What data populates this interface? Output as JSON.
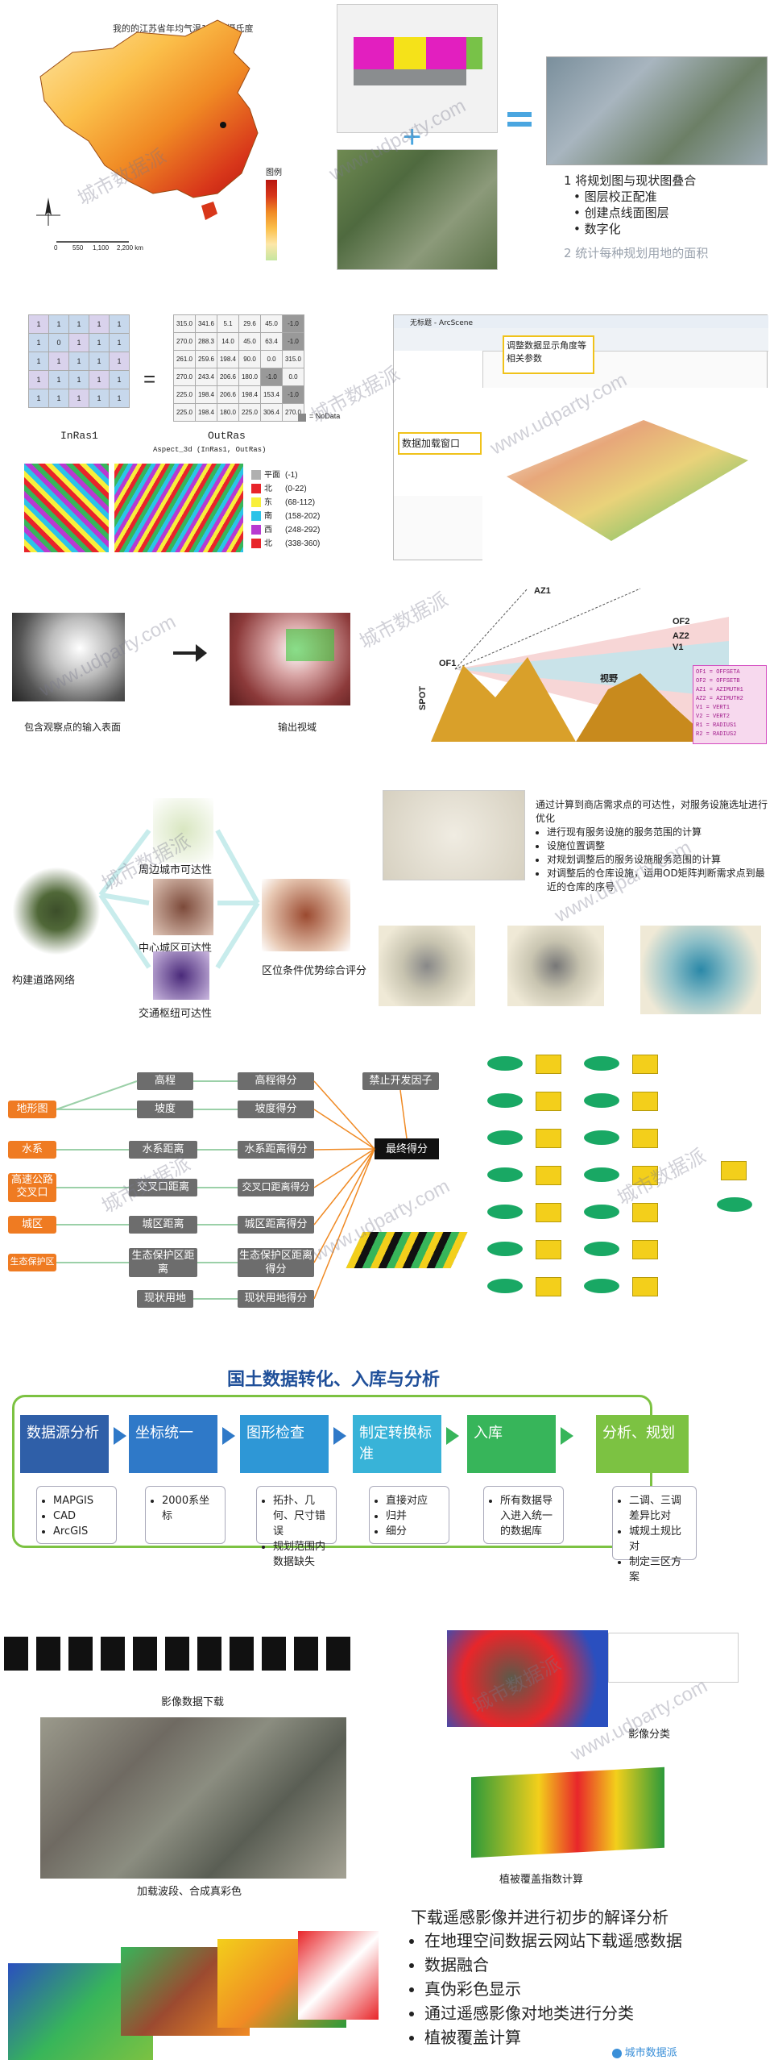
{
  "section1": {
    "map_title": "我的的江苏省年均气温14.90摄氏度",
    "scale_labels": [
      "0",
      "550",
      "1,100",
      "2,200 km"
    ],
    "legend_title": "图例",
    "overlay_steps": [
      "1 将规划图与现状图叠合",
      "图层校正配准",
      "创建点线面图层",
      "数字化"
    ],
    "overlay_step2": "2 统计每种规划用地的面积"
  },
  "section2": {
    "grid_left_label": "InRas1",
    "grid_right_label": "OutRas",
    "grid_formula": "Aspect_3d (InRas1, OutRas)",
    "nodata_label": "= NoData",
    "grid_in": [
      [
        "1",
        "1",
        "1",
        "1",
        "1"
      ],
      [
        "1",
        "0",
        "1",
        "1",
        "1"
      ],
      [
        "1",
        "1",
        "1",
        "1",
        "1"
      ],
      [
        "1",
        "1",
        "1",
        "1",
        "1"
      ],
      [
        "1",
        "1",
        "1",
        "1",
        "1"
      ]
    ],
    "grid_out": [
      [
        "315.0",
        "341.6",
        "5.1",
        "29.6",
        "45.0",
        "-1.0"
      ],
      [
        "270.0",
        "288.3",
        "14.0",
        "45.0",
        "63.4",
        "-1.0"
      ],
      [
        "261.0",
        "259.6",
        "198.4",
        "90.0",
        "0.0",
        "315.0"
      ],
      [
        "270.0",
        "243.4",
        "206.6",
        "180.0",
        "-1.0",
        "0.0"
      ],
      [
        "225.0",
        "198.4",
        "206.6",
        "198.4",
        "153.4",
        "-1.0"
      ],
      [
        "225.0",
        "198.4",
        "180.0",
        "225.0",
        "306.4",
        "270.0"
      ]
    ],
    "aspect_legend": [
      {
        "label": "平面",
        "range": "(-1)",
        "color": "#b0b0b0"
      },
      {
        "label": "北",
        "range": "(0-22)",
        "color": "#e8242a"
      },
      {
        "label": "东",
        "range": "(68-112)",
        "color": "#f8ef3b"
      },
      {
        "label": "南",
        "range": "(158-202)",
        "color": "#2cc3e8"
      },
      {
        "label": "西",
        "range": "(248-292)",
        "color": "#b83ad1"
      },
      {
        "label": "北",
        "range": "(338-360)",
        "color": "#e8242a"
      }
    ],
    "arcscene_title": "无标题 - ArcScene",
    "arcscene_note1": "调整数据显示角度等相关参数",
    "arcscene_note2": "数据加载窗口"
  },
  "section3": {
    "input_label": "包含观察点的输入表面",
    "output_label": "输出视域",
    "terms": [
      "AZ1",
      "OF2",
      "AZ2",
      "V1",
      "SPOT",
      "OF1",
      "视野"
    ],
    "params": [
      "OF1 = OFFSETA",
      "OF2 = OFFSETB",
      "AZ1 = AZIMUTH1",
      "AZ2 = AZIMUTH2",
      "V1 = VERT1",
      "V2 = VERT2",
      "R1 = RADIUS1",
      "R2 = RADIUS2"
    ]
  },
  "section4": {
    "road_label": "构建道路网络",
    "branch1": "周边城市可达性",
    "branch2": "中心城区可达性",
    "branch3": "交通枢纽可达性",
    "result_label": "区位条件优势综合评分",
    "desc_head": "通过计算到商店需求点的可达性，对服务设施选址进行优化",
    "desc_items": [
      "进行现有服务设施的服务范围的计算",
      "设施位置调整",
      "对规划调整后的服务设施服务范围的计算",
      "对调整后的仓库设施，运用OD矩阵判断需求点到最近的仓库的序号"
    ]
  },
  "section5": {
    "factors": [
      "地形图",
      "水系",
      "高速公路交叉口",
      "城区",
      "生态保护区"
    ],
    "factor_steps": [
      "高程",
      "坡度",
      "水系距离",
      "交叉口距离",
      "城区距离",
      "生态保护区距离",
      "现状用地"
    ],
    "scores": [
      "高程得分",
      "坡度得分",
      "水系距离得分",
      "交叉口距离得分",
      "城区距离得分",
      "生态保护区距离得分",
      "现状用地得分"
    ],
    "forbid": "禁止开发因子",
    "final": "最终得分"
  },
  "section6": {
    "title": "国土数据转化、入库与分析",
    "steps": [
      {
        "label": "数据源分析",
        "color": "#2f5fa8",
        "items": [
          "MAPGIS",
          "CAD",
          "ArcGIS"
        ]
      },
      {
        "label": "坐标统一",
        "color": "#2f79c8",
        "items": [
          "2000系坐标"
        ]
      },
      {
        "label": "图形检查",
        "color": "#2e97d6",
        "items": [
          "拓扑、几何、尺寸错误",
          "规划范围内数据缺失"
        ]
      },
      {
        "label": "制定转换标准",
        "color": "#38b3d8",
        "items": [
          "直接对应",
          "归并",
          "细分"
        ]
      },
      {
        "label": "入库",
        "color": "#37b55a",
        "items": [
          "所有数据导入进入统一的数据库"
        ]
      },
      {
        "label": "分析、规划",
        "color": "#7cc242",
        "items": [
          "二调、三调差异比对",
          "城规土规比对",
          "制定三区方案"
        ]
      }
    ]
  },
  "section7": {
    "download_label": "影像数据下载",
    "synth_label": "加载波段、合成真彩色",
    "classify_label": "影像分类",
    "ndvi_label": "植被覆盖指数计算",
    "summary_title": "下载遥感影像并进行初步的解译分析",
    "summary_items": [
      "在地理空间数据云网站下载遥感数据",
      "数据融合",
      "真伪彩色显示",
      "通过遥感影像对地类进行分类",
      "植被覆盖计算"
    ]
  },
  "watermark": {
    "text": "城市数据派",
    "url": "www.udparty.com",
    "brand": "城市数据派"
  }
}
